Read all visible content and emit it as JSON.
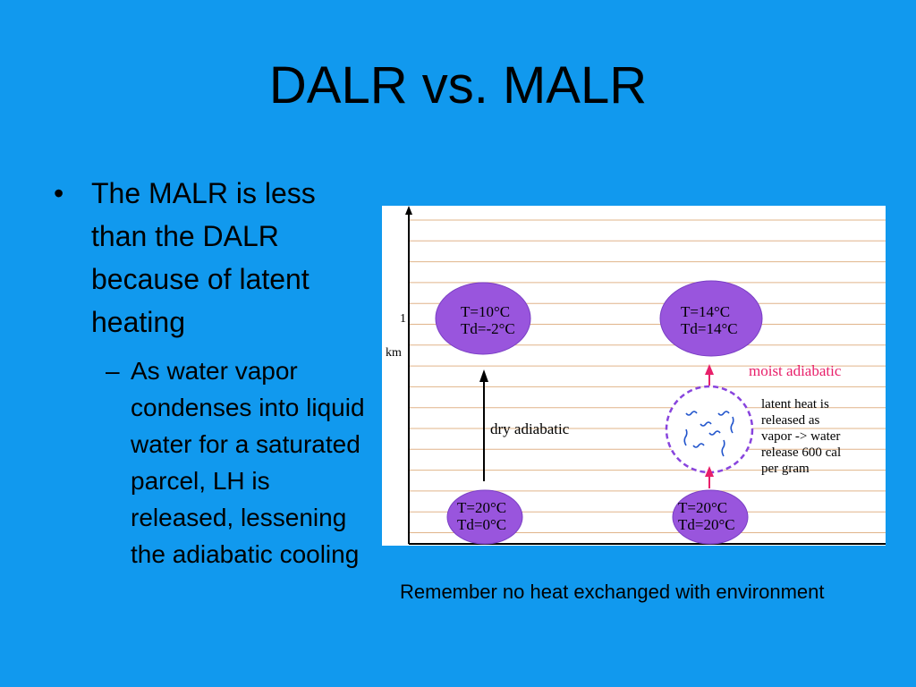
{
  "slide": {
    "title": "DALR vs. MALR",
    "bullet": {
      "mark": "•",
      "text": "The MALR is less than the DALR because of latent heating",
      "sub": {
        "mark": "–",
        "text": "As water vapor condenses into liquid water for a saturated parcel, LH is released, lessening the adiabatic cooling"
      }
    },
    "caption": "Remember no heat exchanged with environment"
  },
  "diagram": {
    "axis_tick": "1",
    "axis_unit": "km",
    "dry_label": "dry adiabatic",
    "moist_label": "moist adiabatic",
    "latent_note": [
      "latent heat is",
      "released as",
      "vapor -> water",
      "release 600 cal",
      "per gram"
    ],
    "parcels": {
      "dry_top": [
        "T=10°C",
        "Td=-2°C"
      ],
      "dry_bottom": [
        "T=20°C",
        "Td=0°C"
      ],
      "moist_top": [
        "T=14°C",
        "Td=14°C"
      ],
      "moist_bottom": [
        "T=20°C",
        "Td=20°C"
      ]
    },
    "colors": {
      "parcel": "#9955dd",
      "parcel_stroke": "#7a3fc4",
      "grid": "#e0b48a",
      "moist_arrow": "#e8206a",
      "dashed_circle": "#8844dd",
      "droplet": "#2255cc"
    }
  }
}
